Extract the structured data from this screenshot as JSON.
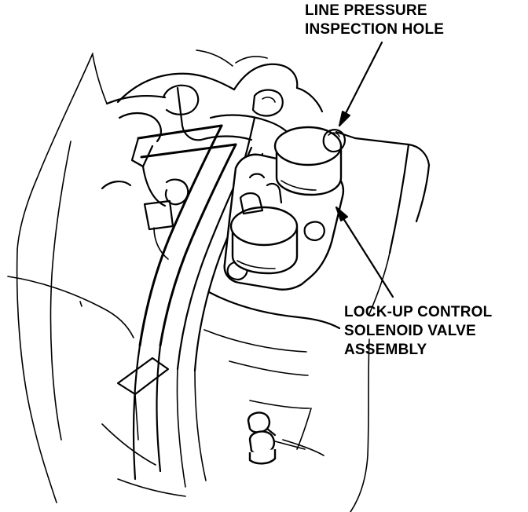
{
  "labels": {
    "line_pressure_hole": {
      "line1": "LINE PRESSURE",
      "line2": "INSPECTION HOLE"
    },
    "lockup_solenoid": {
      "line1": "LOCK-UP CONTROL",
      "line2": "SOLENOID VALVE",
      "line3": "ASSEMBLY"
    }
  },
  "colors": {
    "ink": "#000000",
    "paper": "#ffffff"
  }
}
